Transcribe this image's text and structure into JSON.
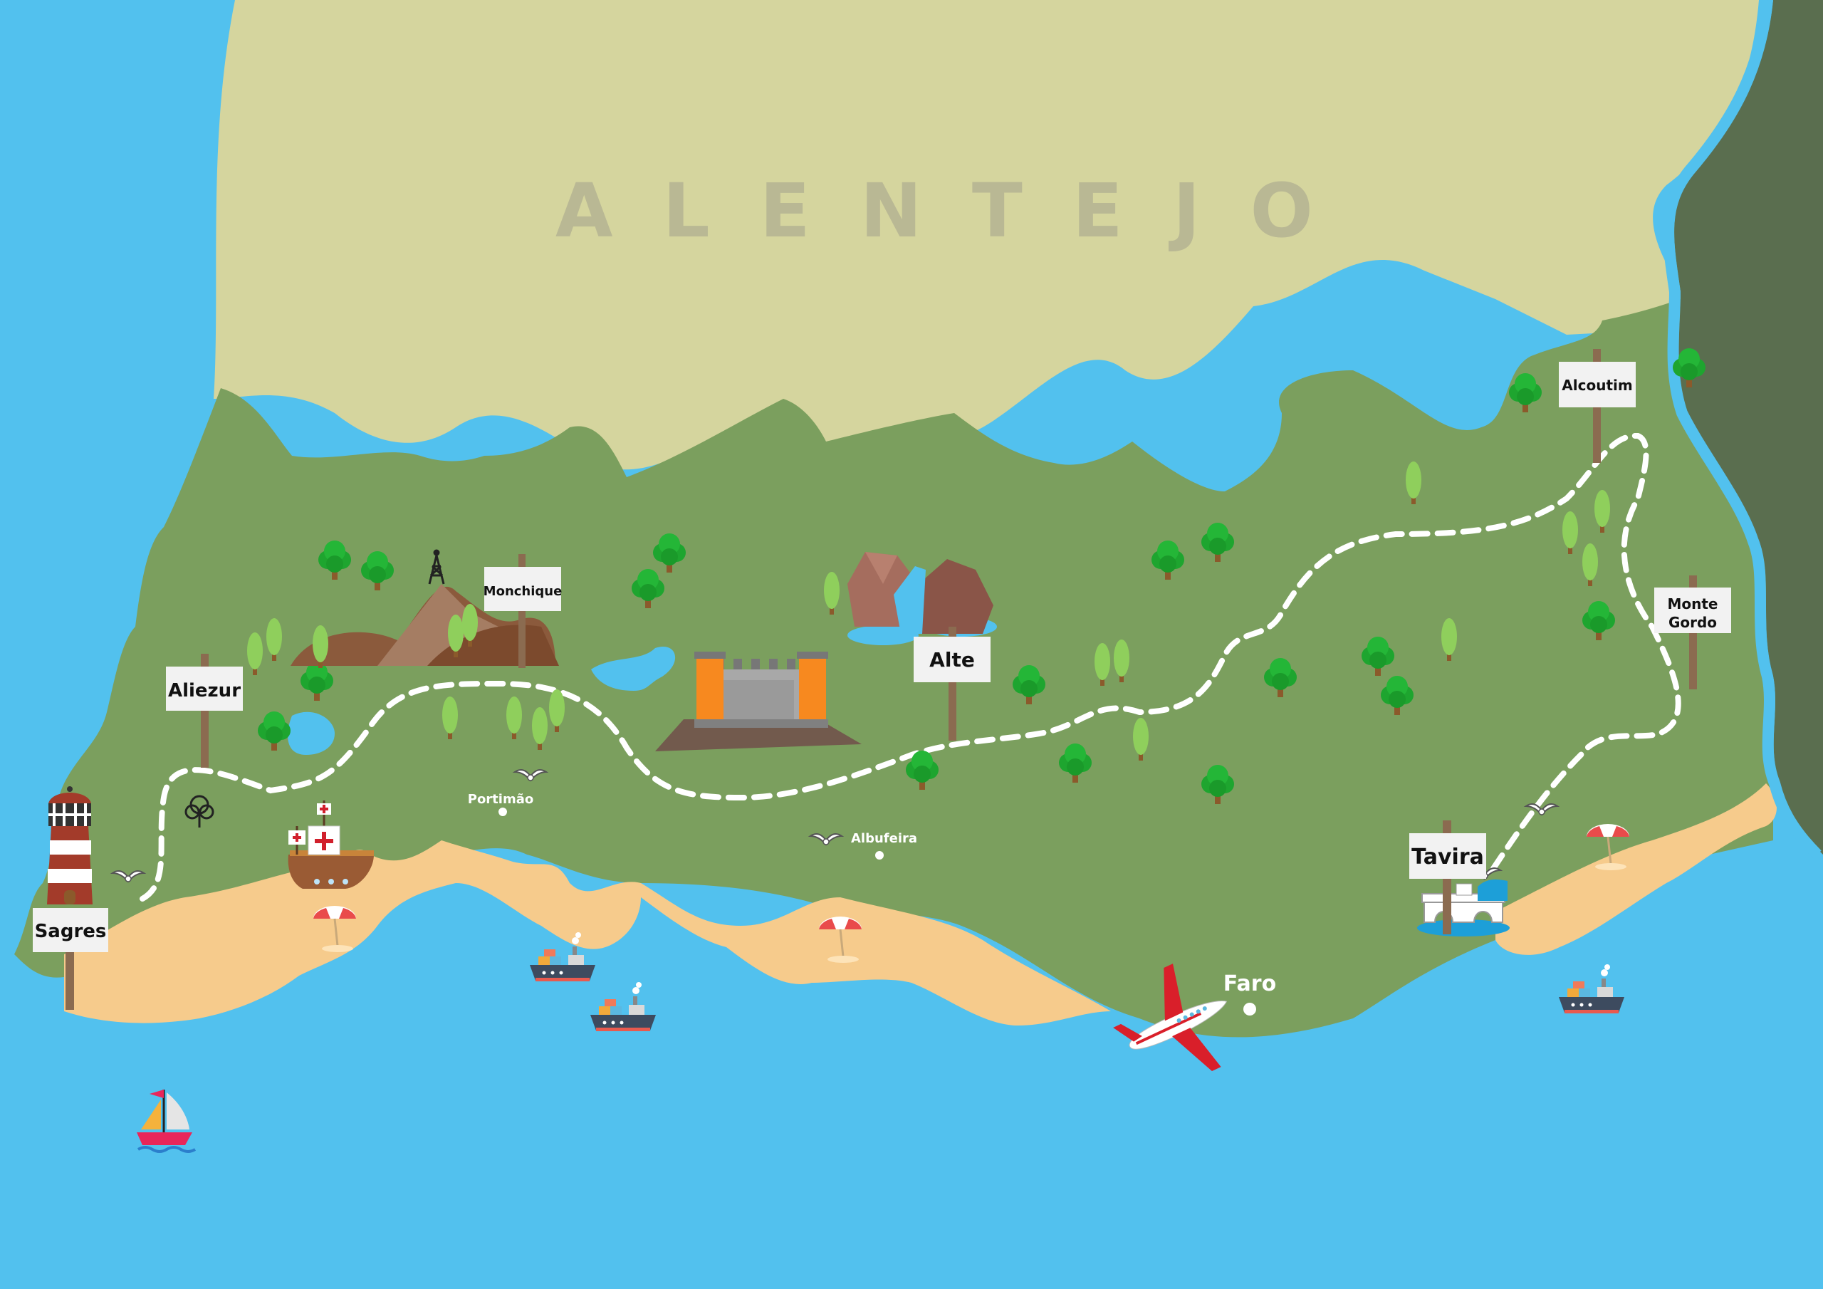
{
  "region": {
    "label": "ALENTEJO"
  },
  "signs": {
    "sagres": "Sagres",
    "aliezur": "Aliezur",
    "monchique": "Monchique",
    "alte": "Alte",
    "alcoutim": "Alcoutim",
    "monte_gordo_line1": "Monte",
    "monte_gordo_line2": "Gordo",
    "tavira": "Tavira"
  },
  "towns": {
    "portimao": "Portimão",
    "albufeira": "Albufeira",
    "faro": "Faro"
  },
  "colors": {
    "sea": "#52c1ee",
    "land": "#7b9f5e",
    "alentejo": "#d5d59e",
    "spain": "#5a6e4f",
    "beach": "#f6cb8c",
    "route": "#ffffff"
  },
  "icons": [
    "lighthouse-icon",
    "sailboat-icon",
    "caravel-ship-icon",
    "cargo-ship-icon",
    "airplane-icon",
    "castle-icon",
    "waterfall-rocks-icon",
    "mountain-icon",
    "radio-tower-icon",
    "bridge-icon",
    "beach-umbrella-icon",
    "seagull-icon",
    "tree-icon",
    "lake-icon"
  ]
}
